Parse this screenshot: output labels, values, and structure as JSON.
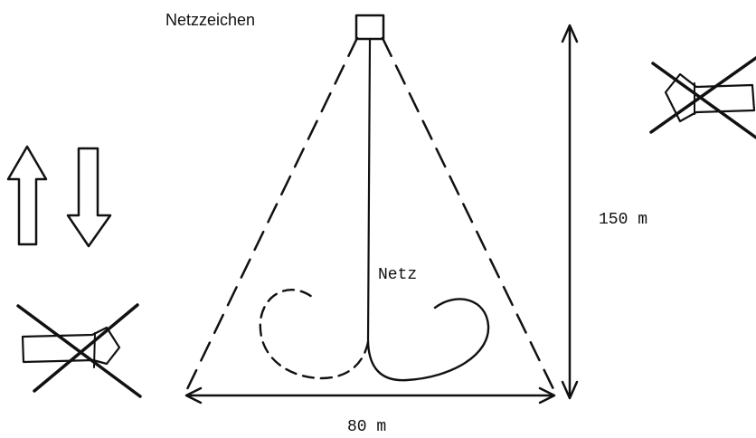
{
  "labels": {
    "marker": "Netzzeichen",
    "net": "Netz",
    "length": "150 m",
    "width": "80 m"
  },
  "icons": {
    "arrows": "up-down-arrows-icon",
    "no_boat_left": "crossed-boat-icon",
    "no_boat_right": "crossed-boat-icon"
  },
  "colors": {
    "ink": "#111111",
    "background": "#ffffff"
  }
}
